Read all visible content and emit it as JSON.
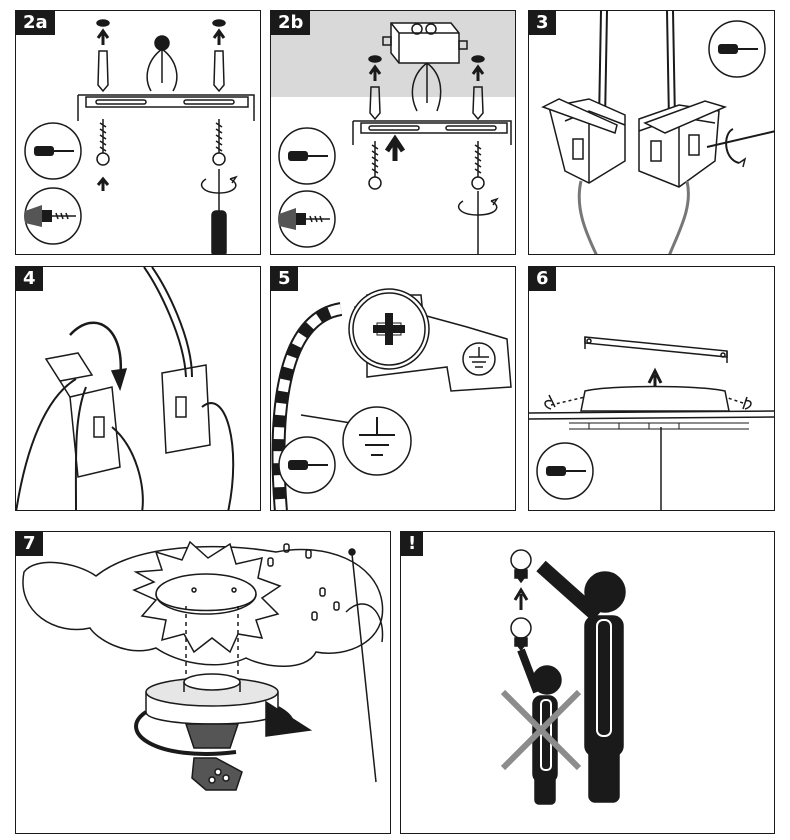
{
  "panels": [
    {
      "id": "2a",
      "label": "2a"
    },
    {
      "id": "2b",
      "label": "2b"
    },
    {
      "id": "3",
      "label": "3"
    },
    {
      "id": "4",
      "label": "4"
    },
    {
      "id": "5",
      "label": "5"
    },
    {
      "id": "6",
      "label": "6"
    },
    {
      "id": "7",
      "label": "7"
    },
    {
      "id": "warning",
      "label": "!"
    }
  ],
  "colors": {
    "line": "#1a1a1a",
    "ceiling_gray": "#d9d9d9",
    "cross_gray": "#8c8c8c",
    "panel_bg": "#ffffff"
  },
  "icons": [
    "screwdriver-icon",
    "drill-icon",
    "ground-symbol-icon",
    "lightbulb-icon",
    "rotation-arrow-icon",
    "warning-exclamation-icon"
  ]
}
